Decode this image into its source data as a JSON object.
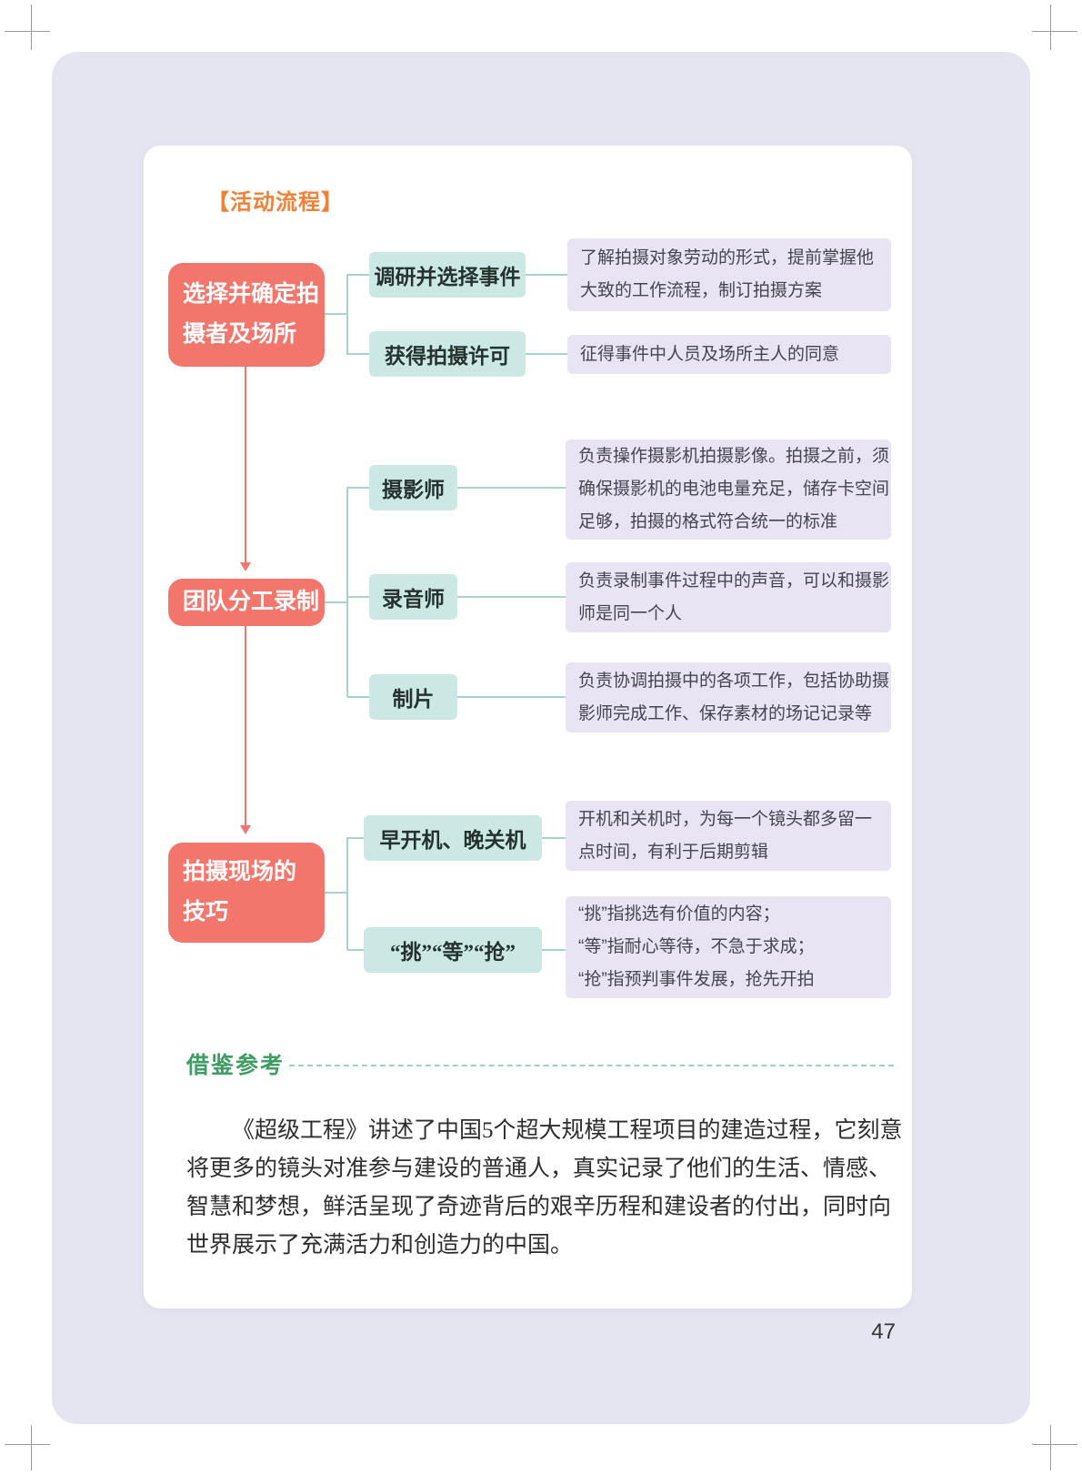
{
  "header": {
    "section_title": "【活动流程】"
  },
  "flowchart": {
    "stages": [
      {
        "label_lines": [
          "选择并确定拍",
          "摄者及场所"
        ],
        "steps": [
          {
            "label": "调研并选择事件",
            "desc_lines": [
              "了解拍摄对象劳动的形式，提前掌握他",
              "大致的工作流程，制订拍摄方案"
            ]
          },
          {
            "label": "获得拍摄许可",
            "desc_lines": [
              "征得事件中人员及场所主人的同意"
            ]
          }
        ]
      },
      {
        "label_lines": [
          "团队分工录制"
        ],
        "steps": [
          {
            "label": "摄影师",
            "desc_lines": [
              "负责操作摄影机拍摄影像。拍摄之前，须",
              "确保摄影机的电池电量充足，储存卡空间",
              "足够，拍摄的格式符合统一的标准"
            ]
          },
          {
            "label": "录音师",
            "desc_lines": [
              "负责录制事件过程中的声音，可以和摄影",
              "师是同一个人"
            ]
          },
          {
            "label": "制片",
            "desc_lines": [
              "负责协调拍摄中的各项工作，包括协助摄",
              "影师完成工作、保存素材的场记记录等"
            ]
          }
        ]
      },
      {
        "label_lines": [
          "拍摄现场的",
          "技巧"
        ],
        "steps": [
          {
            "label": "早开机、晚关机",
            "desc_lines": [
              "开机和关机时，为每一个镜头都多留一",
              "点时间，有利于后期剪辑"
            ]
          },
          {
            "label": "“挑”“等”“抢”",
            "desc_lines": [
              "“挑”指挑选有价值的内容；",
              "“等”指耐心等待，不急于求成；",
              "“抢”指预判事件发展，抢先开拍"
            ]
          }
        ]
      }
    ]
  },
  "reference": {
    "heading": "借鉴参考",
    "paragraph_lines": [
      "《超级工程》讲述了中国5个超大规模工程项目的建造过程，它刻意",
      "将更多的镜头对准参与建设的普通人，真实记录了他们的生活、情感、",
      "智慧和梦想，鲜活呈现了奇迹背后的艰辛历程和建设者的付出，同时向",
      "世界展示了充满活力和创造力的中国。"
    ]
  },
  "footer": {
    "page_number": "47"
  },
  "colors": {
    "background": "#e4e5f1",
    "card": "#ffffff",
    "stage_node": "#f3766d",
    "step_node": "#cce8e4",
    "desc_box": "#e8e4f3",
    "connector": "#a7d3cc",
    "arrow": "#f3766d",
    "section_title": "#f08137",
    "reference_heading": "#3f9c63",
    "dashed_line": "#9fd0c0"
  }
}
